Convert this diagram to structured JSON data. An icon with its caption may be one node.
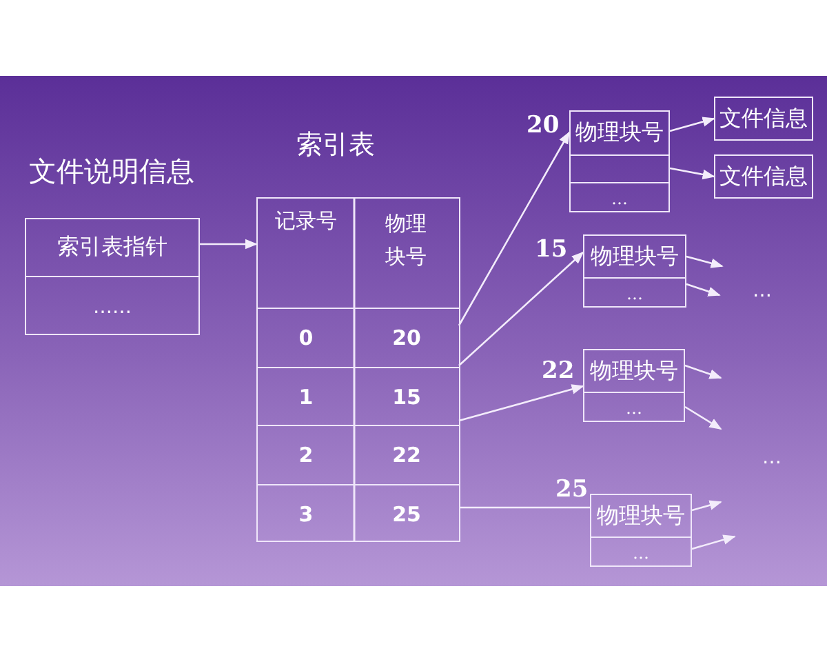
{
  "diagram": {
    "nodes": [
      {
        "text": [
          "文件说明信息",
          "索引表指针",
          "……"
        ]
      },
      {
        "text": [
          "索引表",
          "记录号",
          "物理块号"
        ]
      },
      {
        "text": [
          "0",
          "20"
        ],
        "in": 1
      },
      {
        "text": [
          "1",
          "15"
        ],
        "in": 1
      },
      {
        "text": [
          "2",
          "22"
        ],
        "in": 1
      },
      {
        "text": [
          "3",
          "25"
        ],
        "in": 1
      },
      {
        "text": [
          "物理块号",
          "…"
        ],
        "beside": [
          "20"
        ]
      },
      {
        "text": [
          "文件信息"
        ]
      },
      {
        "text": [
          "文件信息"
        ]
      },
      {
        "text": [
          "物理块号",
          "…"
        ],
        "beside": [
          "15"
        ]
      },
      {
        "text": [
          "物理块号",
          "…"
        ],
        "beside": [
          "22"
        ]
      },
      {
        "text": [
          "物理块号",
          "…"
        ],
        "beside": [
          "25"
        ]
      }
    ],
    "edges": [
      {
        "from": 0,
        "to": 1,
        "arrow": "to"
      },
      {
        "from": 2,
        "to": 6,
        "arrow": "to"
      },
      {
        "from": 3,
        "to": 9,
        "arrow": "to"
      },
      {
        "from": 4,
        "to": 10,
        "arrow": "to"
      },
      {
        "from": 5,
        "to": 11,
        "arrow": "none"
      },
      {
        "from": 6,
        "to": 7,
        "arrow": "to"
      },
      {
        "from": 6,
        "to": 8,
        "arrow": "to"
      },
      {
        "from": 9,
        "to": null,
        "arrow": "to"
      },
      {
        "from": 9,
        "to": null,
        "arrow": "to"
      },
      {
        "from": 10,
        "to": null,
        "arrow": "to"
      },
      {
        "from": 10,
        "to": null,
        "arrow": "to"
      },
      {
        "from": 11,
        "to": null,
        "arrow": "to"
      },
      {
        "from": 11,
        "to": null,
        "arrow": "to"
      }
    ],
    "labels": [
      "…",
      "…"
    ]
  }
}
